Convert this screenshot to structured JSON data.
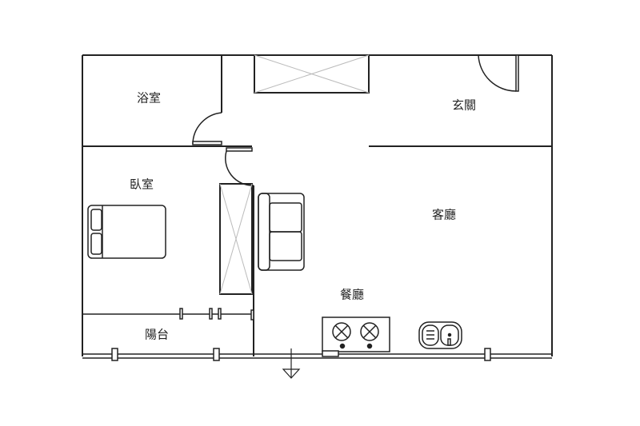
{
  "rooms": {
    "bathroom": "浴室",
    "entrance": "玄關",
    "bedroom": "臥室",
    "living_room": "客廳",
    "dining_room": "餐廳",
    "balcony": "陽台"
  },
  "colors": {
    "wall": "#222222",
    "fixture_cross": "#bbbbbb"
  }
}
